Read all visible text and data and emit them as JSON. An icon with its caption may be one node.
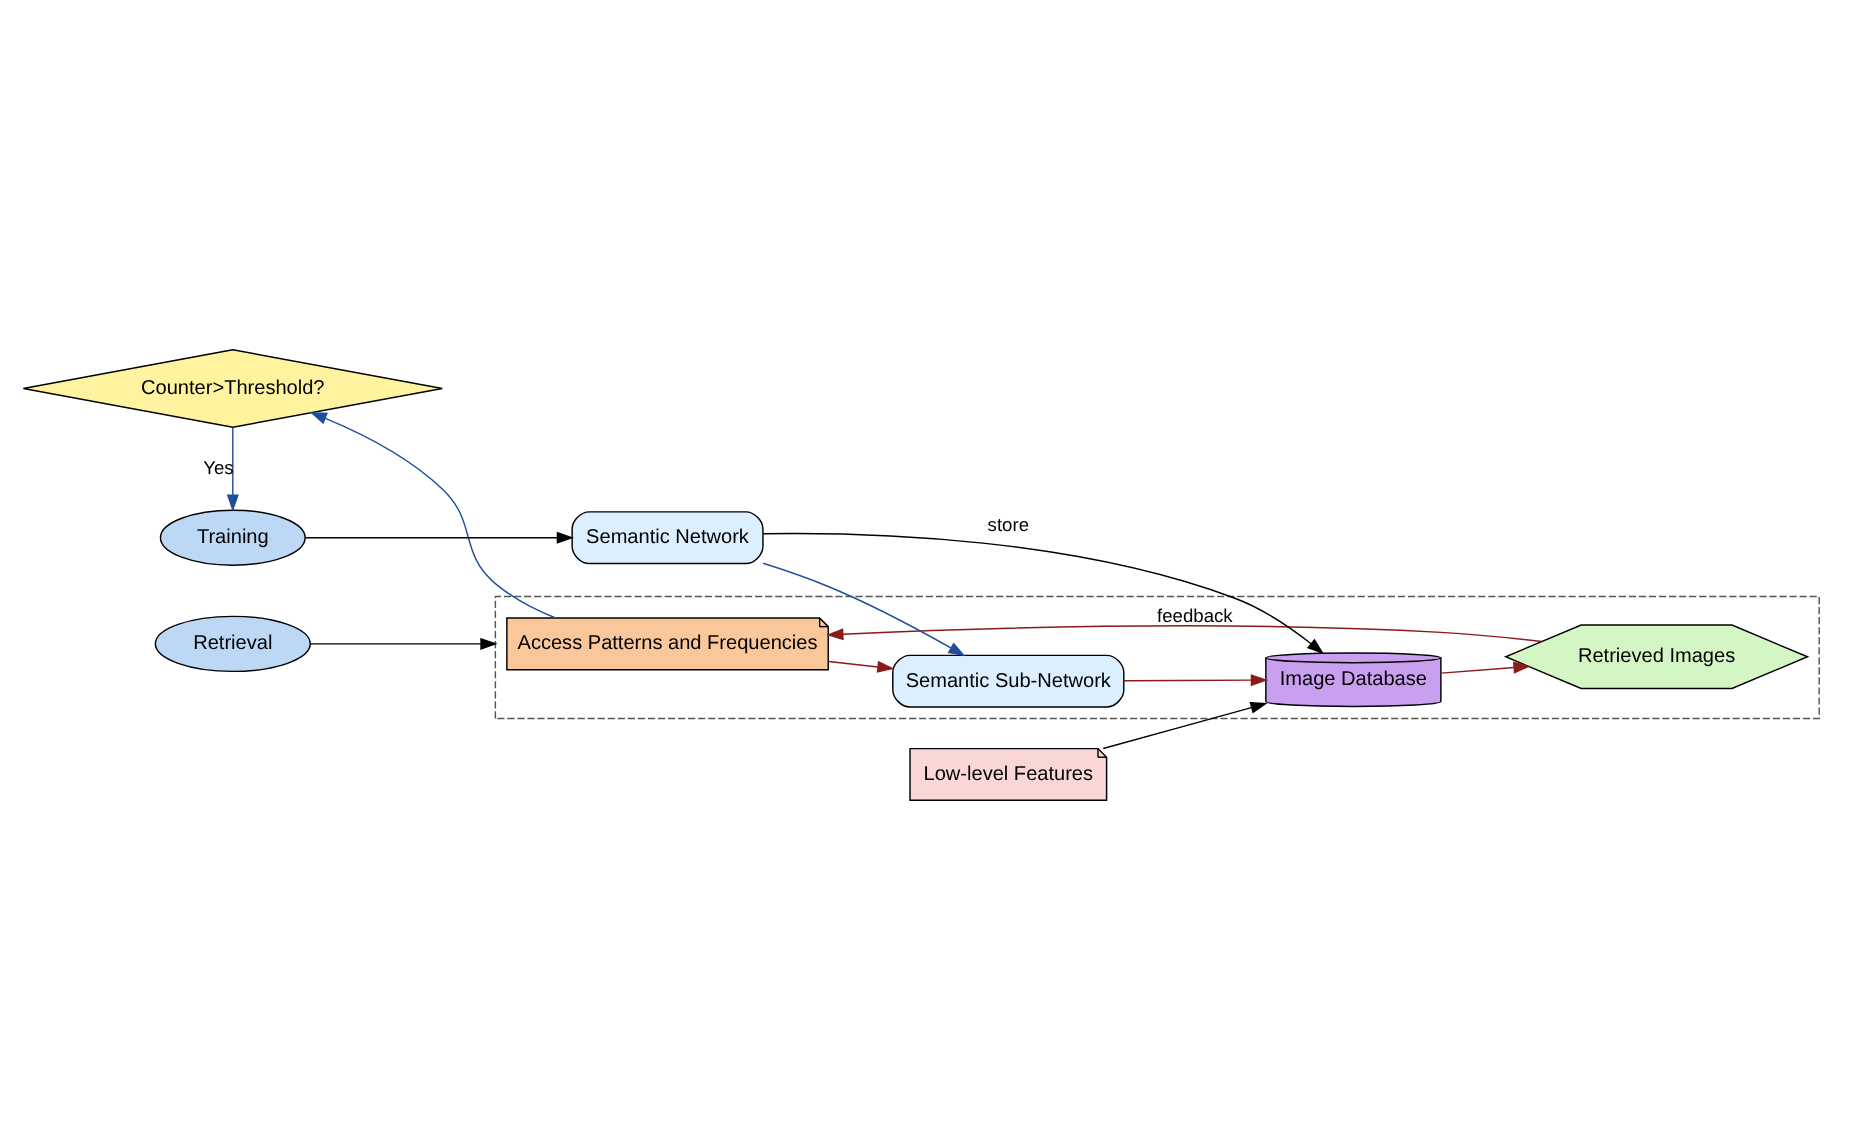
{
  "diagram": {
    "nodes": [
      {
        "text": [
          "Counter>Threshold?"
        ]
      },
      {
        "text": [],
        "shape": "box"
      },
      {
        "text": [
          "Access Patterns and Frequencies"
        ],
        "in": 1
      },
      {
        "text": [
          "Semantic Sub-Network"
        ],
        "in": 1
      },
      {
        "text": [
          "Training"
        ]
      },
      {
        "text": [
          "Semantic Network"
        ]
      },
      {
        "text": [
          "Image Database"
        ],
        "in": 1
      },
      {
        "text": [
          "Retrieved Images"
        ],
        "in": 1
      },
      {
        "text": [
          "Low-level Features"
        ]
      },
      {
        "text": [
          "Retrieval"
        ]
      }
    ],
    "edges": [
      {
        "from": 0,
        "to": 4,
        "arrow": "to",
        "label": "Yes",
        "color": "#1f4e9a"
      },
      {
        "from": 2,
        "to": 0,
        "arrow": "to",
        "color": "#1f4e9a"
      },
      {
        "from": 2,
        "to": 3,
        "arrow": "to",
        "color": "#8b1a1a"
      },
      {
        "from": 4,
        "to": 5,
        "arrow": "to",
        "color": "#000000"
      },
      {
        "from": 5,
        "to": 3,
        "arrow": "to",
        "color": "#1f4e9a"
      },
      {
        "from": 3,
        "to": 6,
        "arrow": "to",
        "color": "#8b1a1a"
      },
      {
        "from": 5,
        "to": 6,
        "arrow": "to",
        "label": "store",
        "color": "#000000"
      },
      {
        "from": 8,
        "to": 6,
        "arrow": "to",
        "color": "#000000"
      },
      {
        "from": 6,
        "to": 7,
        "arrow": "to",
        "color": "#8b1a1a"
      },
      {
        "from": 7,
        "to": 2,
        "arrow": "to",
        "label": "feedback",
        "color": "#8b1a1a"
      },
      {
        "from": 9,
        "to": 1,
        "arrow": "to",
        "color": "#000000"
      }
    ]
  }
}
